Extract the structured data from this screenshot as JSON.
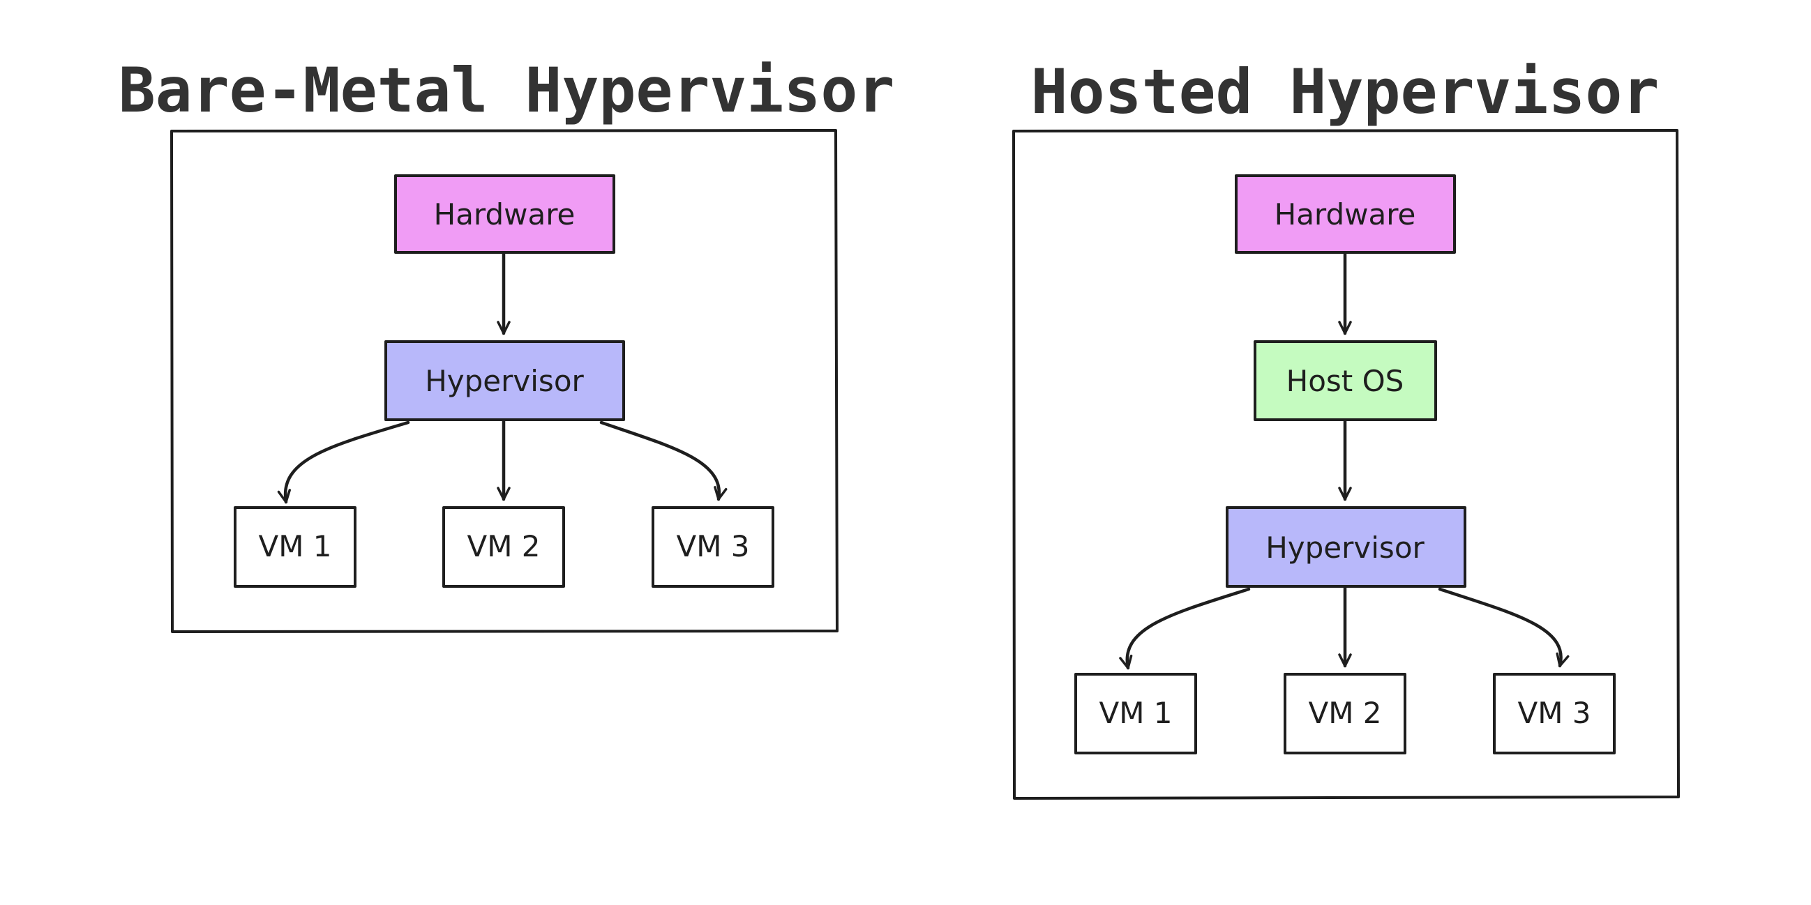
{
  "colors": {
    "hardware": "#f09cf5",
    "hypervisor": "#b8b8fa",
    "host_os": "#c5fbc0",
    "vm": "#ffffff",
    "stroke": "#1e1e1e",
    "title": "#333333"
  },
  "diagrams": [
    {
      "title": "Bare-Metal Hypervisor",
      "nodes": {
        "hardware": "Hardware",
        "hypervisor": "Hypervisor",
        "vm1": "VM 1",
        "vm2": "VM 2",
        "vm3": "VM 3"
      },
      "edges": [
        [
          "hardware",
          "hypervisor"
        ],
        [
          "hypervisor",
          "vm1"
        ],
        [
          "hypervisor",
          "vm2"
        ],
        [
          "hypervisor",
          "vm3"
        ]
      ]
    },
    {
      "title": "Hosted Hypervisor",
      "nodes": {
        "hardware": "Hardware",
        "host_os": "Host OS",
        "hypervisor": "Hypervisor",
        "vm1": "VM 1",
        "vm2": "VM 2",
        "vm3": "VM 3"
      },
      "edges": [
        [
          "hardware",
          "host_os"
        ],
        [
          "host_os",
          "hypervisor"
        ],
        [
          "hypervisor",
          "vm1"
        ],
        [
          "hypervisor",
          "vm2"
        ],
        [
          "hypervisor",
          "vm3"
        ]
      ]
    }
  ]
}
